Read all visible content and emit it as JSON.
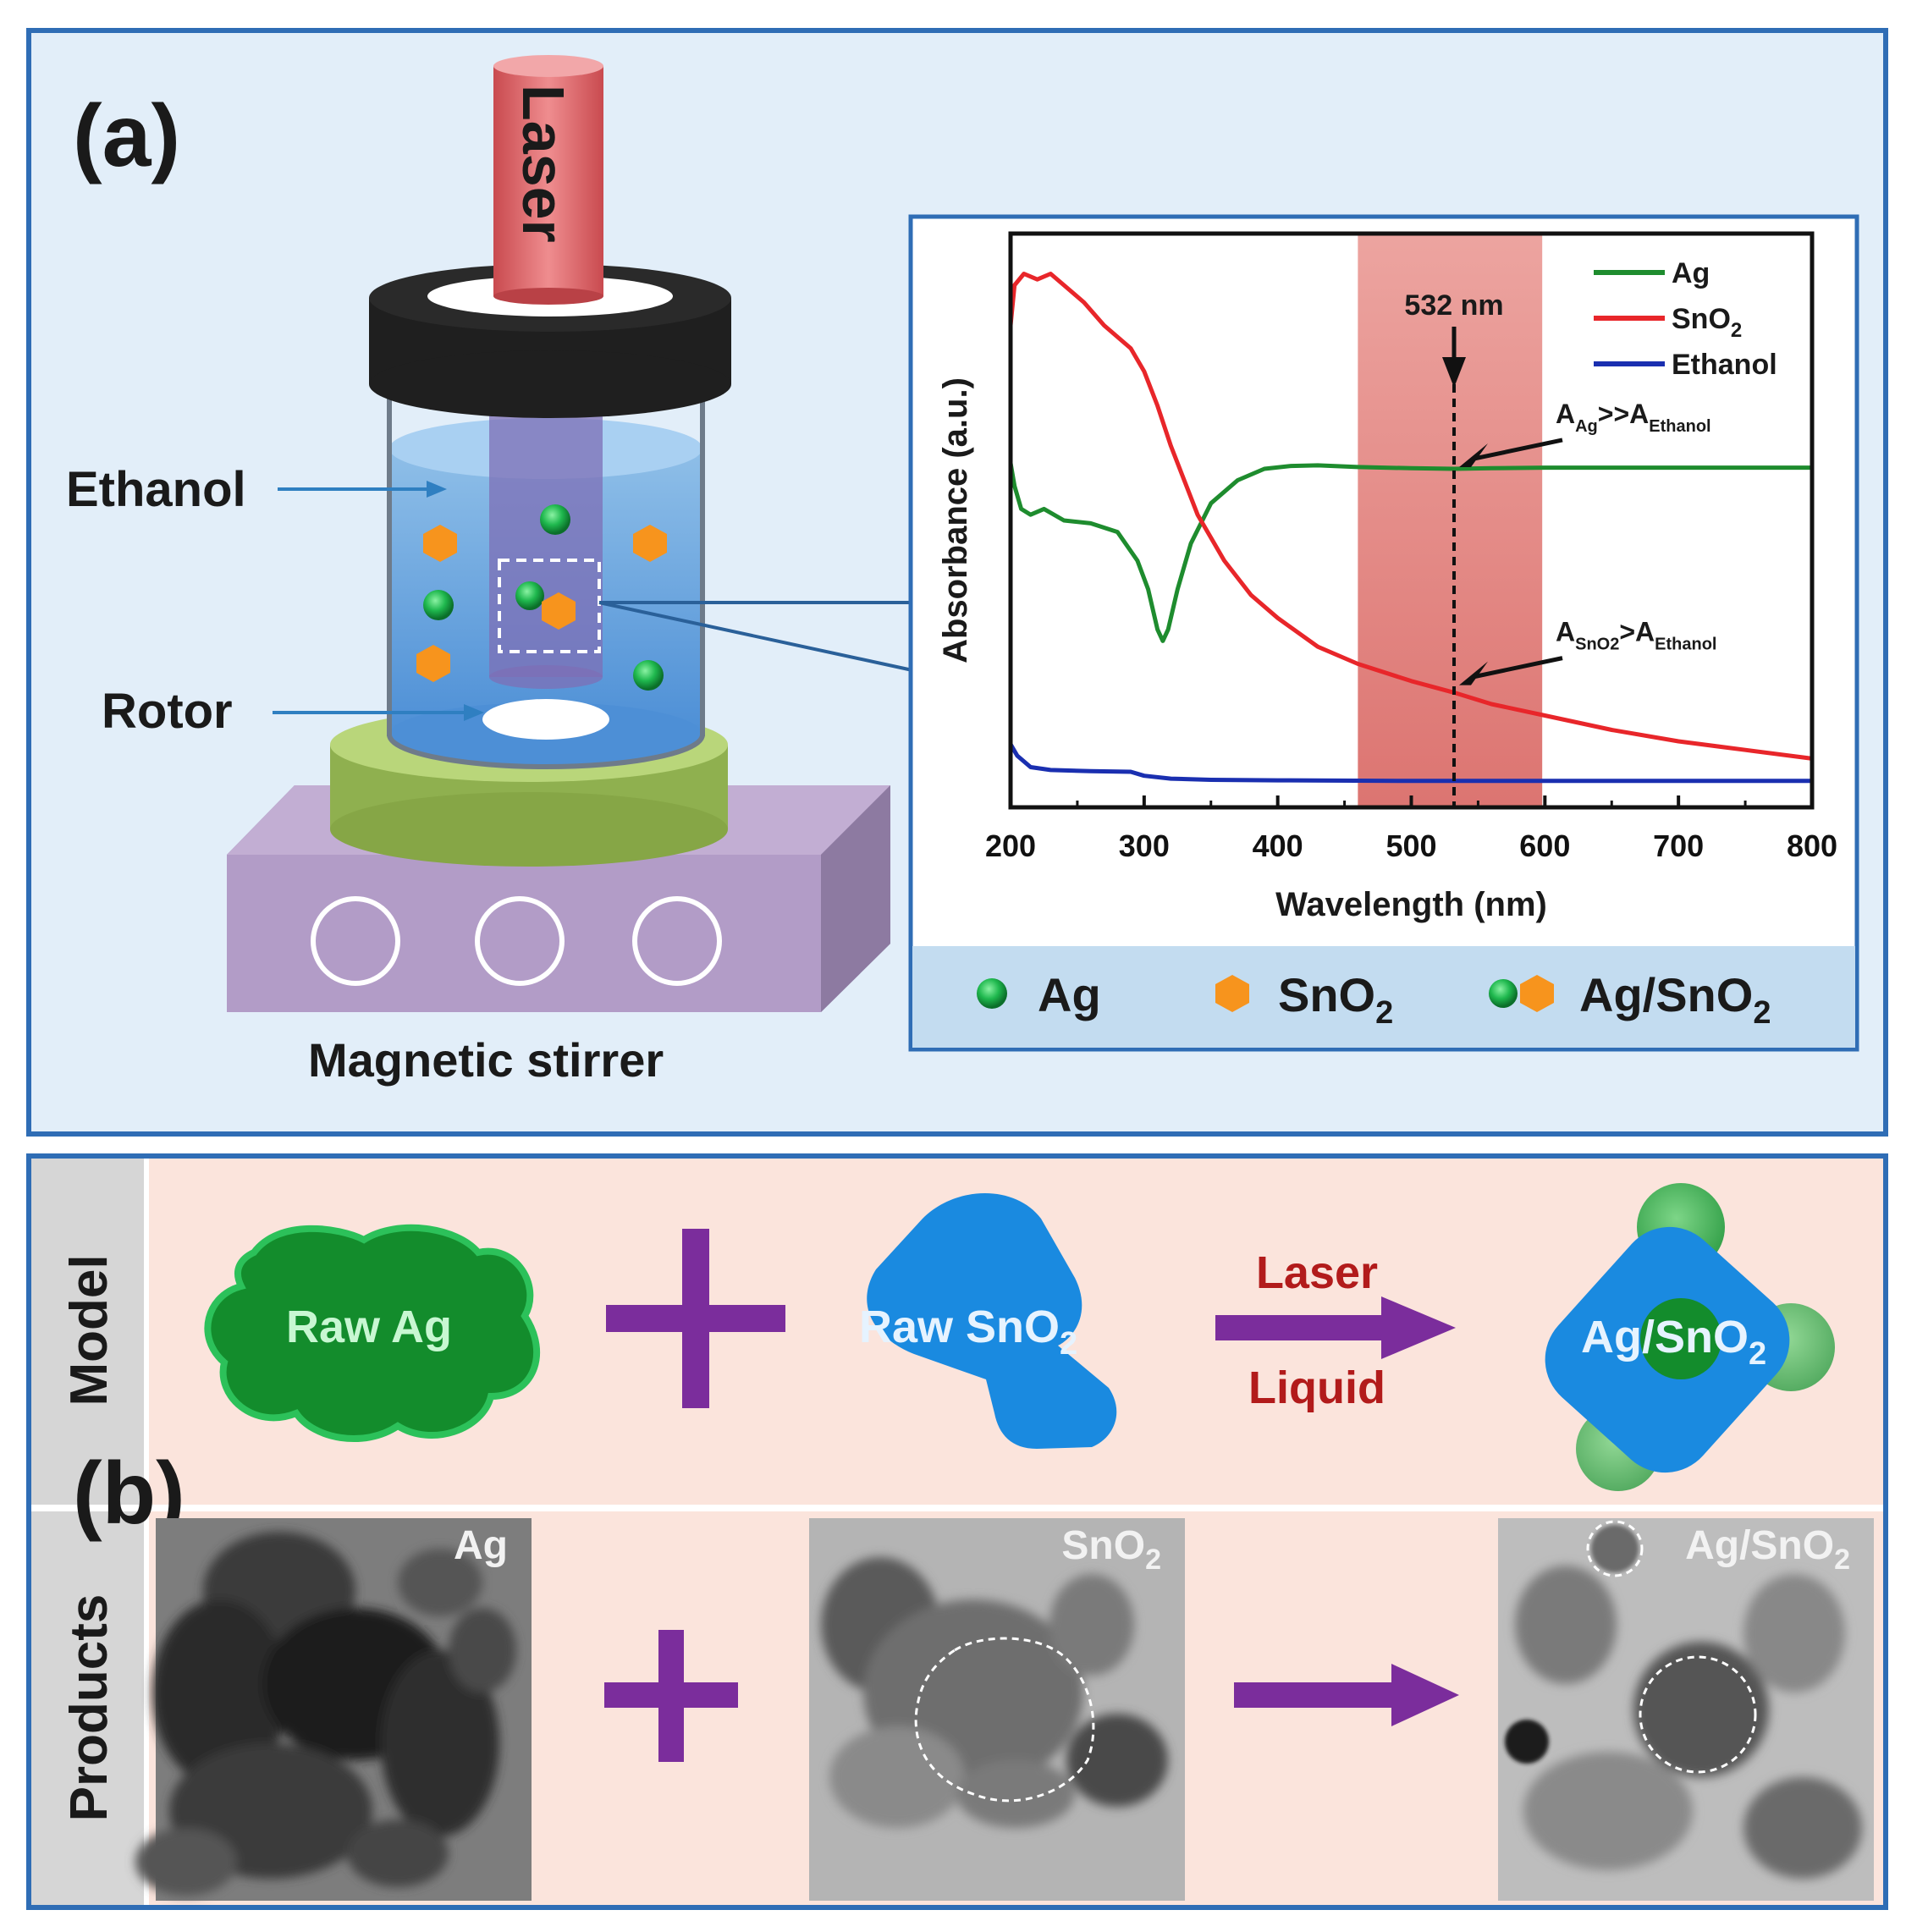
{
  "panel_a": {
    "label": "(a)",
    "laser": "Laser",
    "ethanol": "Ethanol",
    "rotor": "Rotor",
    "stirrer": "Magnetic stirrer",
    "legend": {
      "ag": "Ag",
      "sno2": "SnO",
      "sno2_sub": "2",
      "agsno2": "Ag/SnO",
      "agsno2_sub": "2"
    }
  },
  "panel_b": {
    "label": "(b)",
    "row_model": "Model",
    "row_products": "Products",
    "raw_ag": "Raw Ag",
    "raw_sno2": "Raw SnO",
    "raw_sno2_sub": "2",
    "arrow_top": "Laser",
    "arrow_bottom": "Liquid",
    "result": "Ag/SnO",
    "result_sub": "2",
    "tem_ag": "Ag",
    "tem_sno2": "SnO",
    "tem_sno2_sub": "2",
    "tem_agsno2": "Ag/SnO",
    "tem_agsno2_sub": "2"
  },
  "colors": {
    "ag": "#1e8c2e",
    "sno2": "#e8262a",
    "ethanol": "#1a2fb0",
    "laser_band": "#d9534f",
    "model_blue": "#1a8ae0",
    "arrow_purple": "#7b2d9c"
  },
  "chart_data": {
    "type": "line",
    "title": "",
    "xlabel": "Wavelength (nm)",
    "ylabel": "Absorbance (a.u.)",
    "xlim": [
      200,
      800
    ],
    "ylim": [
      0,
      100
    ],
    "x_ticks": [
      200,
      300,
      400,
      500,
      600,
      700,
      800
    ],
    "y_ticks_shown": false,
    "highlight_band": [
      460,
      598
    ],
    "marker_line": {
      "x": 532,
      "label": "532 nm"
    },
    "annotations": [
      {
        "text": "A",
        "sub1": "Ag",
        "mid": ">>A",
        "sub2": "Ethanol",
        "x": 532,
        "y": 59
      },
      {
        "text": "A",
        "sub1": "SnO2",
        "mid": ">A",
        "sub2": "Ethanol",
        "x": 532,
        "y": 21
      }
    ],
    "legend_position": "top-right",
    "series": [
      {
        "name": "Ag",
        "color": "#1e8c2e",
        "x": [
          200,
          203,
          208,
          215,
          225,
          240,
          260,
          280,
          295,
          303,
          310,
          314,
          318,
          325,
          335,
          350,
          370,
          390,
          410,
          430,
          460,
          500,
          532,
          560,
          600,
          700,
          800
        ],
        "y": [
          60,
          56,
          52,
          51,
          52,
          50,
          49.5,
          48,
          43,
          38,
          31,
          29,
          31,
          38,
          46,
          53,
          57,
          59,
          59.5,
          59.6,
          59.3,
          59.1,
          59,
          59.1,
          59.2,
          59.2,
          59.2
        ]
      },
      {
        "name": "SnO",
        "name_sub": "2",
        "color": "#e8262a",
        "x": [
          200,
          203,
          210,
          220,
          230,
          240,
          255,
          270,
          290,
          300,
          310,
          320,
          340,
          360,
          380,
          400,
          430,
          460,
          500,
          532,
          560,
          600,
          650,
          700,
          750,
          800
        ],
        "y": [
          84,
          91,
          93,
          92,
          93,
          91,
          88,
          84,
          80,
          76,
          70,
          63,
          51,
          43,
          37,
          33,
          28,
          25,
          22,
          20,
          18,
          16,
          13.5,
          11.5,
          10,
          8.5
        ]
      },
      {
        "name": "Ethanol",
        "color": "#1a2fb0",
        "x": [
          200,
          205,
          215,
          230,
          260,
          290,
          300,
          320,
          350,
          400,
          500,
          600,
          700,
          800
        ],
        "y": [
          11,
          9,
          7,
          6.5,
          6.3,
          6.2,
          5.5,
          5,
          4.8,
          4.7,
          4.6,
          4.6,
          4.6,
          4.6
        ]
      }
    ]
  }
}
